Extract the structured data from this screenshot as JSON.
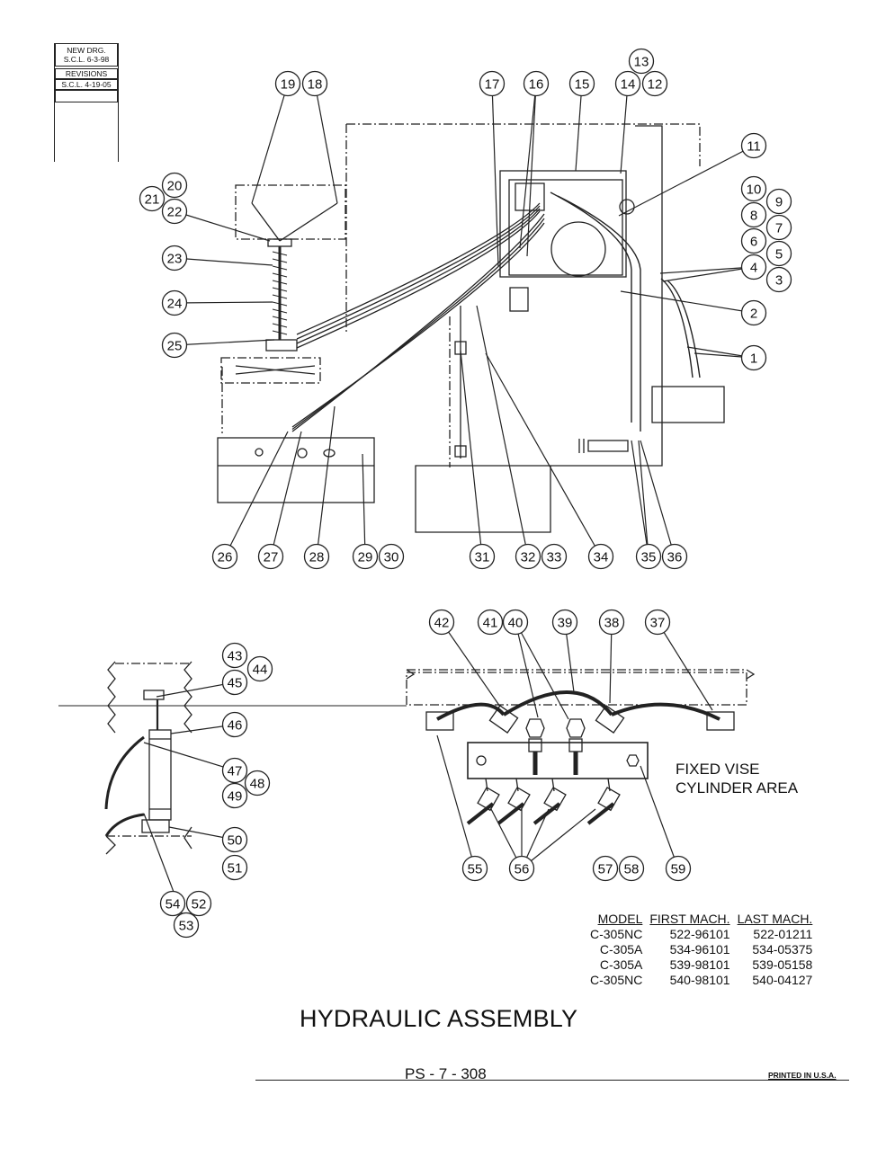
{
  "revision_block": {
    "new_drg_label": "NEW DRG.",
    "new_drg_value": "S.C.L. 6-3-98",
    "revisions_label": "REVISIONS",
    "revisions_value": "S.C.L. 4-19-05"
  },
  "callouts": [
    "1",
    "2",
    "3",
    "4",
    "5",
    "6",
    "7",
    "8",
    "9",
    "10",
    "11",
    "12",
    "13",
    "14",
    "15",
    "16",
    "17",
    "18",
    "19",
    "20",
    "21",
    "22",
    "23",
    "24",
    "25",
    "26",
    "27",
    "28",
    "29",
    "30",
    "31",
    "32",
    "33",
    "34",
    "35",
    "36",
    "37",
    "38",
    "39",
    "40",
    "41",
    "42",
    "43",
    "44",
    "45",
    "46",
    "47",
    "48",
    "49",
    "50",
    "51",
    "52",
    "53",
    "54",
    "55",
    "56",
    "57",
    "58",
    "59"
  ],
  "area_label": {
    "line1": "FIXED VISE",
    "line2": "CYLINDER AREA"
  },
  "model_table": {
    "headers": [
      "MODEL",
      "FIRST MACH.",
      "LAST MACH."
    ],
    "rows": [
      [
        "C-305NC",
        "522-96101",
        "522-01211"
      ],
      [
        "C-305A",
        "534-96101",
        "534-05375"
      ],
      [
        "C-305A",
        "539-98101",
        "539-05158"
      ],
      [
        "C-305NC",
        "540-98101",
        "540-04127"
      ]
    ]
  },
  "title": "HYDRAULIC ASSEMBLY",
  "page_number": "PS - 7 - 308",
  "printed_note": "PRINTED IN U.S.A."
}
